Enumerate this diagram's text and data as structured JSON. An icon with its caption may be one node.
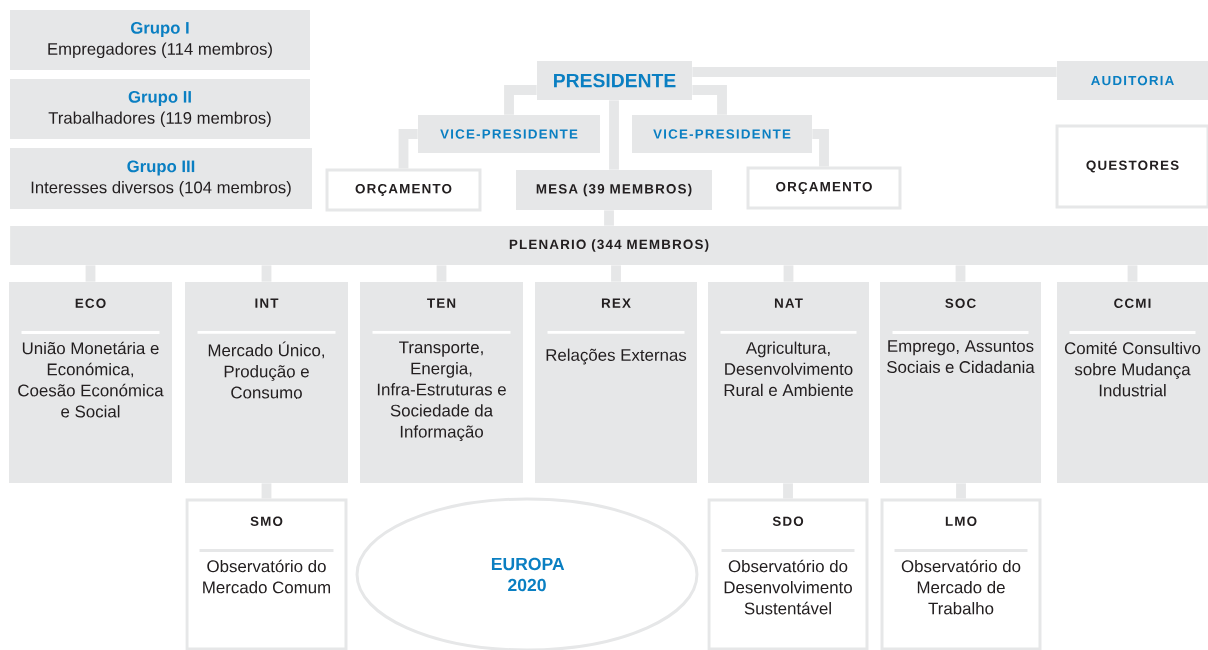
{
  "diagram": {
    "nodes": [
      {
        "text": [
          "Grupo I",
          "Empregadores (114 membros)"
        ]
      },
      {
        "text": [
          "Grupo II",
          "Trabalhadores (119 membros)"
        ]
      },
      {
        "text": [
          "Grupo III",
          "Interesses diversos (104 membros)"
        ]
      },
      {
        "text": [
          "PRESIDENTE"
        ]
      },
      {
        "text": [
          "AUDITORIA"
        ]
      },
      {
        "text": [
          "VICE-PRESIDENTE"
        ]
      },
      {
        "text": [
          "VICE-PRESIDENTE"
        ]
      },
      {
        "text": [
          "QUESTORES"
        ]
      },
      {
        "text": [
          "ORÇAMENTO"
        ]
      },
      {
        "text": [
          "MESA (39 MEMBROS)"
        ]
      },
      {
        "text": [
          "ORÇAMENTO"
        ]
      },
      {
        "text": [
          "PLENARIO (344 MEMBROS)"
        ]
      },
      {
        "text": [
          "ECO",
          "União Monetária e Económica, Coesão Económica e Social"
        ]
      },
      {
        "text": [
          "INT",
          "Mercado Único, Produção e Consumo"
        ]
      },
      {
        "text": [
          "TEN",
          "Transporte, Energia, Infra-Estruturas e Sociedade da Informação"
        ]
      },
      {
        "text": [
          "REX",
          "Relações Externas"
        ]
      },
      {
        "text": [
          "NAT",
          "Agricultura, Desenvolvimento Rural e Ambiente"
        ]
      },
      {
        "text": [
          "SOC",
          "Emprego, Assuntos Sociais e Cidadania"
        ]
      },
      {
        "text": [
          "CCMI",
          "Comité Consultivo sobre Mudança Industrial"
        ]
      },
      {
        "text": [
          "SMO",
          "Observatório do Mercado Comum"
        ]
      },
      {
        "text": [
          "EUROPA 2020"
        ]
      },
      {
        "text": [
          "SDO",
          "Observatório do Desenvolvimento Sustentável"
        ]
      },
      {
        "text": [
          "LMO",
          "Observatório do Mercado de Trabalho"
        ]
      }
    ],
    "edges": [
      {
        "from": 3,
        "to": 4,
        "arrow": "none"
      },
      {
        "from": 3,
        "to": 5,
        "arrow": "none"
      },
      {
        "from": 3,
        "to": 6,
        "arrow": "none"
      },
      {
        "from": 5,
        "to": 8,
        "arrow": "none"
      },
      {
        "from": 6,
        "to": 10,
        "arrow": "none"
      },
      {
        "from": 3,
        "to": 9,
        "arrow": "none"
      },
      {
        "from": 9,
        "to": 11,
        "arrow": "none"
      },
      {
        "from": 11,
        "to": 12,
        "arrow": "none"
      },
      {
        "from": 11,
        "to": 13,
        "arrow": "none"
      },
      {
        "from": 11,
        "to": 14,
        "arrow": "none"
      },
      {
        "from": 11,
        "to": 15,
        "arrow": "none"
      },
      {
        "from": 11,
        "to": 16,
        "arrow": "none"
      },
      {
        "from": 11,
        "to": 17,
        "arrow": "none"
      },
      {
        "from": 11,
        "to": 18,
        "arrow": "none"
      },
      {
        "from": 13,
        "to": 19,
        "arrow": "none"
      },
      {
        "from": 16,
        "to": 21,
        "arrow": "none"
      },
      {
        "from": 17,
        "to": 22,
        "arrow": "none"
      }
    ]
  }
}
